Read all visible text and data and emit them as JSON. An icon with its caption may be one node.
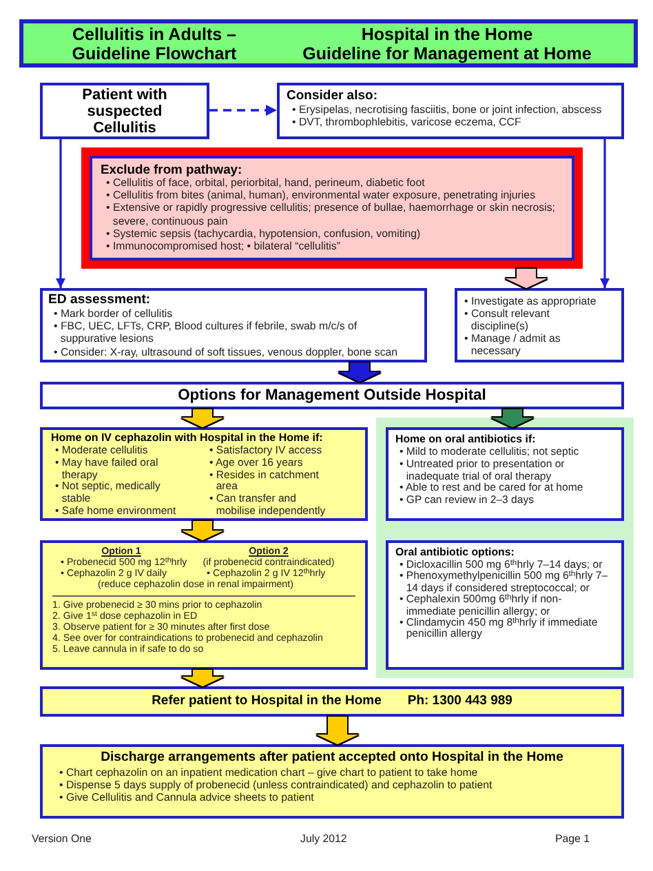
{
  "diagram": {
    "nodes": [
      {
        "text": [
          "Cellulitis in Adults – Guideline Flowchart",
          "Hospital in the Home",
          "Guideline for Management at Home"
        ]
      },
      {
        "text": [
          "Patient with suspected Cellulitis"
        ]
      },
      {
        "text": [
          "Consider also:",
          "• Erysipelas, necrotising fasciitis, bone or joint infection, abscess",
          "• DVT, thrombophlebitis, varicose eczema, CCF"
        ]
      },
      {
        "text": [
          "Exclude from pathway:",
          "• Cellulitis of face, orbital, periorbital, hand, perineum, diabetic foot",
          "• Cellulitis from bites (animal, human), environmental water exposure, penetrating injuries",
          "• Extensive or rapidly progressive cellulitis; presence of bullae, haemorrhage or skin necrosis; severe, continuous pain",
          "• Systemic sepsis (tachycardia, hypotension, confusion, vomiting)",
          "• Immunocompromised host; • bilateral “cellulitis”"
        ]
      },
      {
        "text": [
          "ED assessment:",
          "• Mark border of cellulitis",
          "• FBC, UEC, LFTs, CRP, Blood cultures if febrile, swab m/c/s of suppurative lesions",
          "• Consider: X-ray, ultrasound of soft tissues, venous doppler, bone scan"
        ]
      },
      {
        "text": [
          "• Investigate as appropriate",
          "• Consult relevant discipline(s)",
          "• Manage / admit as necessary"
        ]
      },
      {
        "text": [
          "Options for Management Outside Hospital"
        ]
      },
      {
        "text": [
          "Home on IV cephazolin with Hospital in the Home if:",
          "• Moderate cellulitis",
          "• May have failed oral therapy",
          "• Not septic, medically stable",
          "• Safe home environment",
          "• Satisfactory IV access",
          "• Age over 16 years",
          "• Resides in catchment area",
          "• Can transfer and mobilise independently"
        ]
      },
      {
        "text": [],
        "shape": "box"
      },
      {
        "text": [
          "Home on oral antibiotics if:",
          "• Mild to moderate cellulitis; not septic",
          "• Untreated prior to presentation or inadequate trial of oral therapy",
          "• Able to rest and be cared for at home",
          "• GP can review in 2–3 days"
        ],
        "in": 8
      },
      {
        "text": [
          "Option 1",
          "Option 2",
          "• Probenecid 500 mg 12$^{th}$hrly",
          "(if probenecid contraindicated)",
          "• Cephazolin 2 g IV daily",
          "• Cephazolin 2 g IV 12$^{th}$hrly",
          "(reduce cephazolin dose in renal impairment)",
          "1. Give probenecid ≥ 30 mins prior to cephazolin",
          "2. Give 1$^{st}$ dose cephazolin in ED",
          "3. Observe patient for ≥ 30 minutes after first dose",
          "4. See over for contraindications to probenecid and cephazolin",
          "5. Leave cannula in if safe to do so"
        ]
      },
      {
        "text": [
          "Oral antibiotic options:",
          "• Dicloxacillin 500 mg 6$^{th}$hrly 7–14 days; or",
          "• Phenoxymethylpenicillin 500 mg 6$^{th}$hrly 7–14 days if considered streptococcal; or",
          "• Cephalexin 500mg 6$^{th}$hrly if non-immediate penicillin allergy; or",
          "• Clindamycin 450 mg 8$^{th}$hrly if immediate penicillin allergy"
        ],
        "in": 8
      },
      {
        "text": [
          "Refer patient to Hospital in the Home",
          "Ph: 1300 443 989"
        ]
      },
      {
        "text": [
          "Discharge arrangements after patient accepted onto Hospital in the Home",
          "• Chart cephazolin on an inpatient medication chart – give chart to patient to take home",
          "• Dispense 5 days supply of probenecid (unless contraindicated) and cephazolin to patient",
          "• Give Cellulitis and Cannula advice sheets to patient"
        ]
      }
    ],
    "edges": [
      {
        "from": 1,
        "to": 2,
        "arrow": "to",
        "style": "dashed"
      },
      {
        "from": 1,
        "to": 4,
        "arrow": "to"
      },
      {
        "from": 2,
        "to": 5,
        "arrow": "to"
      },
      {
        "from": 3,
        "to": 5,
        "arrow": "to",
        "style": "thick",
        "color": "#ffc4c4"
      },
      {
        "from": 4,
        "to": 6,
        "arrow": "to",
        "style": "thick"
      },
      {
        "from": 6,
        "to": 7,
        "arrow": "to",
        "style": "thick",
        "color": "#ffcc00"
      },
      {
        "from": 6,
        "to": 9,
        "arrow": "to",
        "style": "thick",
        "color": "#2e8b57"
      },
      {
        "from": 7,
        "to": 10,
        "arrow": "to",
        "style": "thick",
        "color": "#ffcc00"
      },
      {
        "from": 10,
        "to": 12,
        "arrow": "to",
        "style": "thick",
        "color": "#ffcc00"
      },
      {
        "from": 12,
        "to": 13,
        "arrow": "to",
        "style": "thick",
        "color": "#ffcc00"
      }
    ],
    "labels": [
      "Version One",
      "July 2012",
      "Page 1"
    ]
  }
}
